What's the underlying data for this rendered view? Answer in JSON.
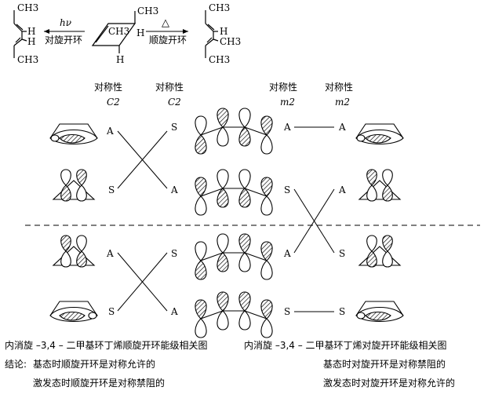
{
  "reaction": {
    "left_mol_top": "CH3",
    "left_mol_h1": "H",
    "left_mol_h2": "H",
    "left_mol_bottom": "CH3",
    "left_arrow_top": "hν",
    "left_arrow_bottom": "对旋开环",
    "center_mol_ch3_right": "CH3",
    "center_mol_ch3_inner": "CH3",
    "center_mol_h_right": "H",
    "center_mol_h_bottom": "H",
    "right_arrow_top": "△",
    "right_arrow_bottom": "顺旋开环",
    "right_mol_top": "CH3",
    "right_mol_h": "H",
    "right_mol_ch3": "CH3",
    "right_mol_bottom": "CH3"
  },
  "symmetry_headers": [
    {
      "title": "对称性",
      "element": "C2"
    },
    {
      "title": "对称性",
      "element": "C2"
    },
    {
      "title": "对称性",
      "element": "m2"
    },
    {
      "title": "对称性",
      "element": "m2"
    }
  ],
  "correlation_left": {
    "cyclobutene_labels": [
      "A",
      "S",
      "A",
      "S"
    ],
    "butadiene_labels": [
      "S",
      "A",
      "S",
      "A"
    ]
  },
  "correlation_right": {
    "butadiene_labels": [
      "A",
      "S",
      "A",
      "S"
    ],
    "cyclobutene_labels": [
      "A",
      "A",
      "S",
      "S"
    ]
  },
  "captions": {
    "left_title": "内消旋 –3,4 – 二甲基环丁烯顺旋开环能级相关图",
    "right_title": "内消旋 –3,4 – 二甲基环丁烯对旋开环能级相关图",
    "conclusion_label": "结论:",
    "left_line1": "基态时顺旋开环是对称允许的",
    "left_line2": "激发态时顺旋开环是对称禁阻的",
    "right_line1": "基态时对旋开环是对称禁阻的",
    "right_line2": "激发态时对旋开环是对称允许的"
  }
}
